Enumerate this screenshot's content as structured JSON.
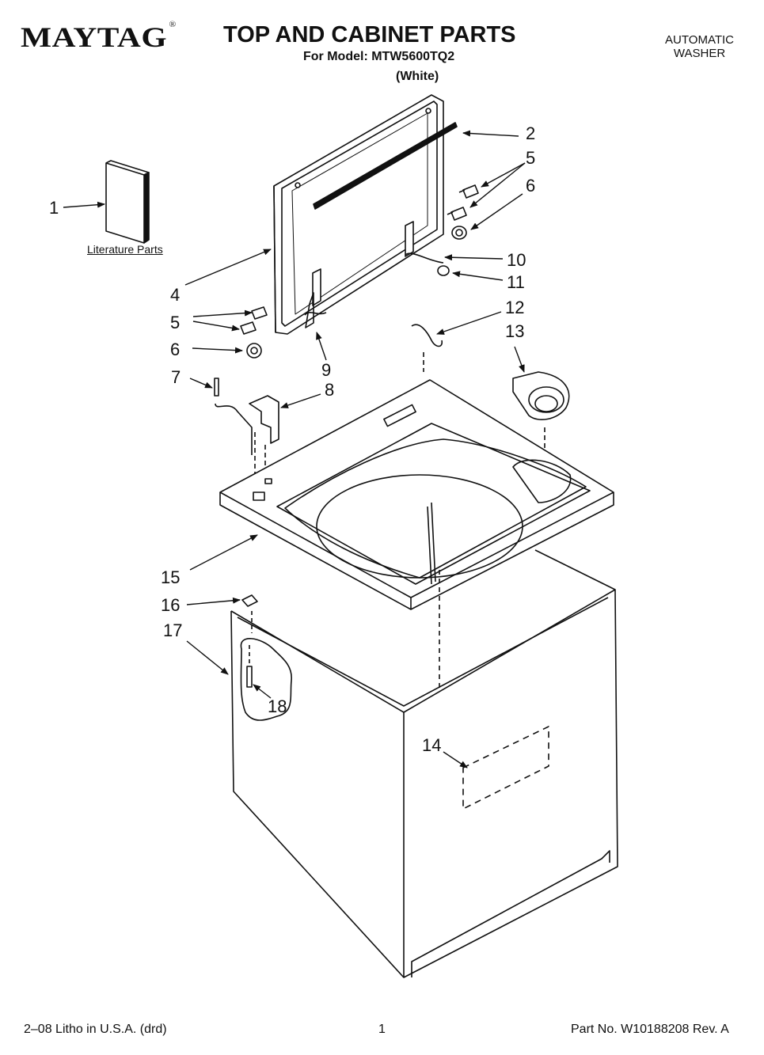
{
  "header": {
    "brand": "MAYTAG",
    "brand_mark": "®",
    "title": "TOP AND CABINET PARTS",
    "model_line": "For Model: MTW5600TQ2",
    "color_line": "(White)",
    "appliance_line1": "AUTOMATIC",
    "appliance_line2": "WASHER"
  },
  "diagram": {
    "literature_label": "Literature Parts",
    "callouts": {
      "c1": "1",
      "c2": "2",
      "c4": "4",
      "c5a": "5",
      "c5b": "5",
      "c6a": "6",
      "c6b": "6",
      "c7": "7",
      "c8": "8",
      "c9": "9",
      "c10": "10",
      "c11": "11",
      "c12": "12",
      "c13": "13",
      "c14": "14",
      "c15": "15",
      "c16": "16",
      "c17": "17",
      "c18": "18"
    }
  },
  "footer": {
    "litho": "2–08 Litho in U.S.A. (drd)",
    "page": "1",
    "part_no": "Part No. W10188208 Rev. A"
  }
}
